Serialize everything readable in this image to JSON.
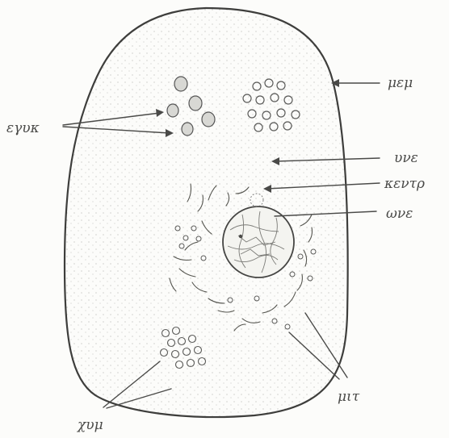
{
  "figure": {
    "labels": {
      "mem": "μεμ",
      "eguk": "εγυκ",
      "unz": "υνε",
      "kentr": "κεντρ",
      "onz": "ωνε",
      "mit": "μιτ",
      "xum": "χυμ"
    },
    "colors": {
      "ink": "#4a4a48",
      "paper": "#fcfcfa"
    }
  }
}
